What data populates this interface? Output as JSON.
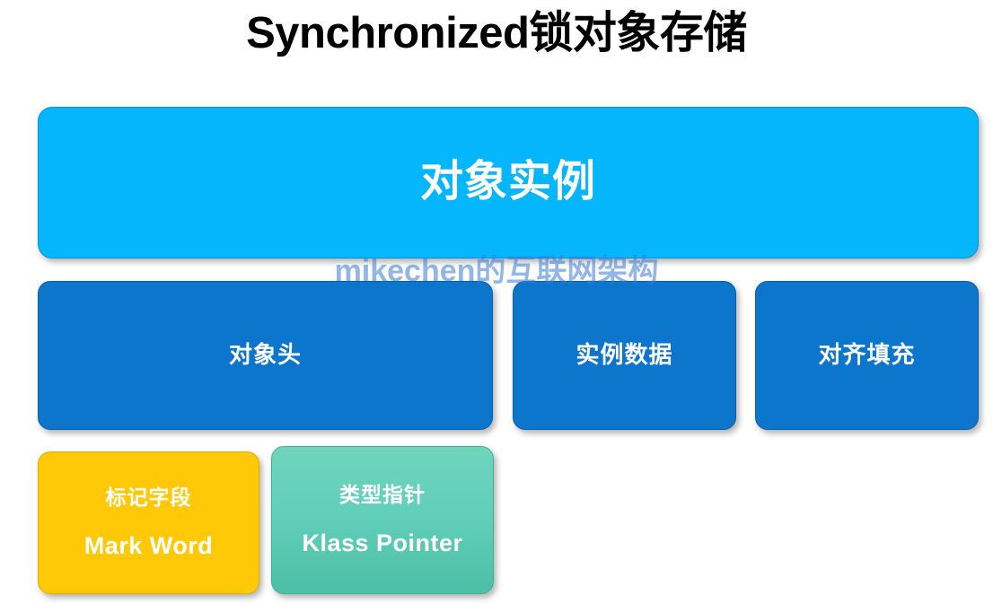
{
  "title": "Synchronized锁对象存储",
  "watermark": "mikechen的互联网架构",
  "colors": {
    "background": "#ffffff",
    "title_text": "#000000",
    "instance_box": "#06b6fc",
    "header_box": "#0c76cc",
    "mark_word_box": "#ffc907",
    "klass_pointer_box": "#62cfbb",
    "box_text": "#ffffff",
    "watermark_text": "#387ad6"
  },
  "diagram": {
    "instance": {
      "label": "对象实例"
    },
    "sections": [
      {
        "label": "对象头"
      },
      {
        "label": "实例数据"
      },
      {
        "label": "对齐填充"
      }
    ],
    "header_parts": [
      {
        "label_cn": "标记字段",
        "label_en": "Mark Word"
      },
      {
        "label_cn": "类型指针",
        "label_en": "Klass Pointer"
      }
    ]
  }
}
